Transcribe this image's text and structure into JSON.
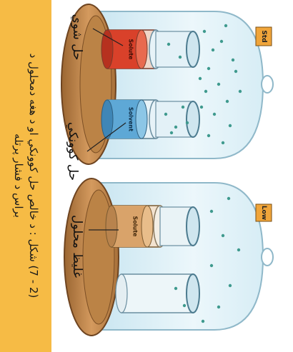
{
  "caption": {
    "line1": "(2 - 7) شكل : د خالص حل كوونكي او د هغه دمحلول د",
    "line2": "براس د فشار پرتله"
  },
  "labels": {
    "pure_solvent": "حل شوي",
    "solvent": "حل كوونكي",
    "concentrated_solution": "غليظ محلول"
  },
  "tags": {
    "solute_top": "Solute",
    "solvent_top": "Solvent",
    "solute_bottom": "Solute"
  },
  "badges": {
    "top": "Std",
    "bottom": "Low"
  },
  "colors": {
    "caption_bg": "#f6bb45",
    "base_wood": "#c28c52",
    "base_wood_dark": "#8a5a2b",
    "bell_jar": "#d9eef6",
    "solute_red": "#d9412a",
    "solvent_blue": "#5ea8d6",
    "solution_tan": "#d9a36a",
    "badge_bg": "#f0a53a"
  }
}
